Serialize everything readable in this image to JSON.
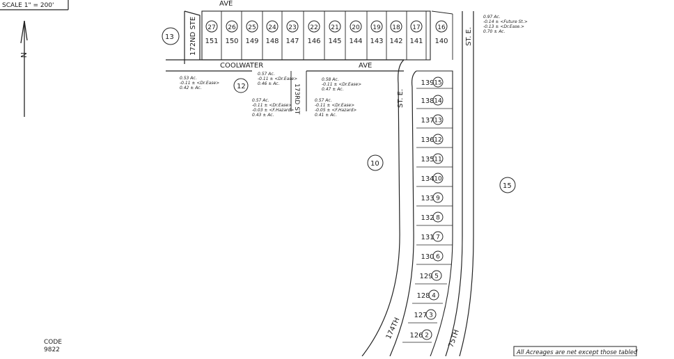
{
  "scale_label": "SCALE 1\" = 200'",
  "north_label": "N",
  "code": {
    "label": "CODE",
    "value": "9822"
  },
  "note": "All Acreages are net except those tabled",
  "streets": {
    "coolwater": "COOLWATER",
    "ave": "AVE",
    "ave_top": "AVE",
    "st_172": "172ND STE",
    "st_173": "173RD ST",
    "st_e_left": "ST. E.",
    "st_e_right": "ST. E.",
    "st_174": "174TH",
    "st_175": "75TH"
  },
  "blocks": {
    "b13": "13",
    "b12": "12",
    "b10": "10",
    "b15": "15"
  },
  "top_lots": [
    {
      "lot": "151",
      "circle": "27"
    },
    {
      "lot": "150",
      "circle": "26"
    },
    {
      "lot": "149",
      "circle": "25"
    },
    {
      "lot": "148",
      "circle": "24"
    },
    {
      "lot": "147",
      "circle": "23"
    },
    {
      "lot": "146",
      "circle": "22"
    },
    {
      "lot": "145",
      "circle": "21"
    },
    {
      "lot": "144",
      "circle": "20"
    },
    {
      "lot": "143",
      "circle": "19"
    },
    {
      "lot": "142",
      "circle": "18"
    },
    {
      "lot": "141",
      "circle": "17"
    },
    {
      "lot": "140",
      "circle": "16"
    }
  ],
  "right_lots": [
    {
      "lot": "139",
      "circle": "15"
    },
    {
      "lot": "138",
      "circle": "14"
    },
    {
      "lot": "137",
      "circle": "13"
    },
    {
      "lot": "136",
      "circle": "12"
    },
    {
      "lot": "135",
      "circle": "11"
    },
    {
      "lot": "134",
      "circle": "10"
    },
    {
      "lot": "133",
      "circle": "9"
    },
    {
      "lot": "132",
      "circle": "8"
    },
    {
      "lot": "131",
      "circle": "7"
    },
    {
      "lot": "130",
      "circle": "6"
    },
    {
      "lot": "129",
      "circle": "5"
    },
    {
      "lot": "128",
      "circle": "4"
    },
    {
      "lot": "127",
      "circle": "3"
    },
    {
      "lot": "126",
      "circle": "2"
    }
  ],
  "annotations": {
    "a1": [
      "0.53 Ac.",
      "-0.11 ± <Dr.Ease>",
      "0.42 ± Ac."
    ],
    "a2": [
      "0.57 Ac.",
      "-0.11 ± <Dr.Ease>",
      "0.46 ± Ac."
    ],
    "a3": [
      "0.57 Ac.",
      "-0.11 ± <Dr.Ease>",
      "-0.03 ± <F.Hazard>",
      "0.43 ± Ac."
    ],
    "a4": [
      "0.58 Ac.",
      "-0.11 ± <Dr.Ease>",
      "0.47 ± Ac."
    ],
    "a5": [
      "0.57 Ac.",
      "-0.11 ± <Dr.Ease>",
      "-0.05 ± <F.Hazard>",
      "0.41 ± Ac."
    ],
    "a6": [
      "0.97 Ac.",
      "-0.14 ± <Future St.>",
      "-0.13 ± <Dr.Ease.>",
      "0.70 ± Ac."
    ]
  }
}
